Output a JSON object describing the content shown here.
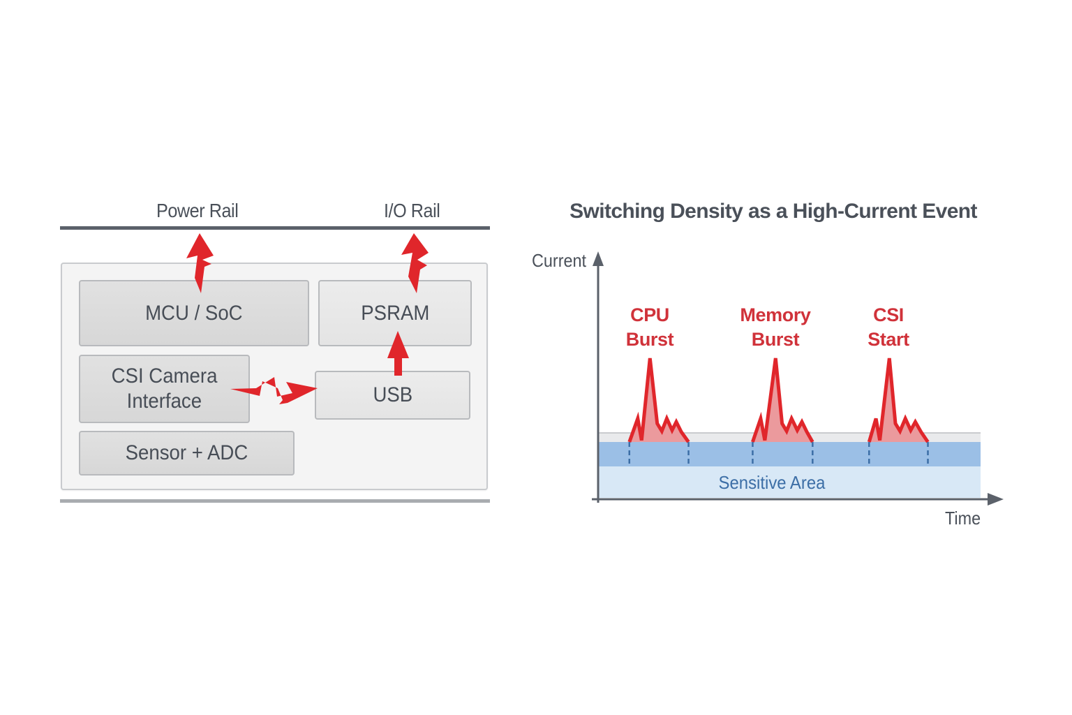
{
  "left_diagram": {
    "rails": {
      "power_rail": "Power Rail",
      "io_rail": "I/O Rail"
    },
    "blocks": {
      "mcu": "MCU / SoC",
      "psram": "PSRAM",
      "csi_line1": "CSI Camera",
      "csi_line2": "Interface",
      "usb": "USB",
      "sensor": "Sensor + ADC"
    },
    "connections": [
      {
        "from": "MCU / SoC",
        "to": "Power Rail",
        "style": "lightning-arrow"
      },
      {
        "from": "PSRAM",
        "to": "I/O Rail",
        "style": "lightning-arrow"
      },
      {
        "from": "USB",
        "to": "PSRAM",
        "style": "arrow"
      },
      {
        "from": "CSI Camera Interface",
        "to": "USB",
        "style": "lightning-arrow"
      }
    ],
    "colors": {
      "arrow": "#e0262b",
      "block_text": "#474d56",
      "rail": "#5b616a"
    }
  },
  "right_chart": {
    "title": "Switching Density as a High-Current Event",
    "y_axis_label": "Current",
    "x_axis_label": "Time",
    "band_label": "Sensitive Area",
    "events": [
      {
        "line1": "CPU",
        "line2": "Burst"
      },
      {
        "line1": "Memory",
        "line2": "Burst"
      },
      {
        "line1": "CSI",
        "line2": "Start"
      }
    ],
    "colors": {
      "spike": "#e0262b",
      "spike_fill": "#eb9a9d",
      "band_dark": "#9bbfe6",
      "band_light": "#d8e8f6",
      "band_text": "#3c6ea6",
      "event_text": "#d0323a"
    }
  },
  "chart_data": {
    "type": "area",
    "title": "Switching Density as a High-Current Event",
    "xlabel": "Time",
    "ylabel": "Current",
    "xlim": [
      0,
      100
    ],
    "ylim": [
      0,
      1
    ],
    "grid": false,
    "legend": "none",
    "annotations": [
      "CPU Burst",
      "Memory Burst",
      "CSI Start",
      "Sensitive Area"
    ],
    "baseline": 0,
    "sensitive_band": {
      "label": "Sensitive Area",
      "x_range": [
        0,
        100
      ]
    },
    "series": [
      {
        "name": "CPU Burst",
        "window": [
          8,
          23.5
        ],
        "peak_x": 13.4,
        "peak": 1.0,
        "x": [
          8,
          10.2,
          11.2,
          13.4,
          15.3,
          16.5,
          17.8,
          19.2,
          20.3,
          21.6,
          23.5
        ],
        "y": [
          0,
          0.28,
          0.02,
          1.0,
          0.22,
          0.13,
          0.28,
          0.14,
          0.24,
          0.12,
          0
        ]
      },
      {
        "name": "Memory Burst",
        "window": [
          40.3,
          56
        ],
        "peak_x": 46.3,
        "peak": 1.0,
        "x": [
          40.3,
          42.4,
          43.5,
          46.3,
          48.0,
          49.2,
          50.5,
          52.0,
          53.2,
          54.5,
          56
        ],
        "y": [
          0,
          0.28,
          0.02,
          1.0,
          0.22,
          0.13,
          0.28,
          0.14,
          0.24,
          0.12,
          0
        ]
      },
      {
        "name": "CSI Start",
        "window": [
          70.8,
          86.2
        ],
        "peak_x": 76.1,
        "peak": 1.0,
        "x": [
          70.8,
          72.6,
          73.6,
          76.1,
          77.7,
          78.9,
          80.3,
          81.7,
          82.9,
          84.4,
          86.2
        ],
        "y": [
          0,
          0.28,
          0.02,
          1.0,
          0.22,
          0.13,
          0.28,
          0.14,
          0.24,
          0.12,
          0
        ]
      }
    ]
  }
}
